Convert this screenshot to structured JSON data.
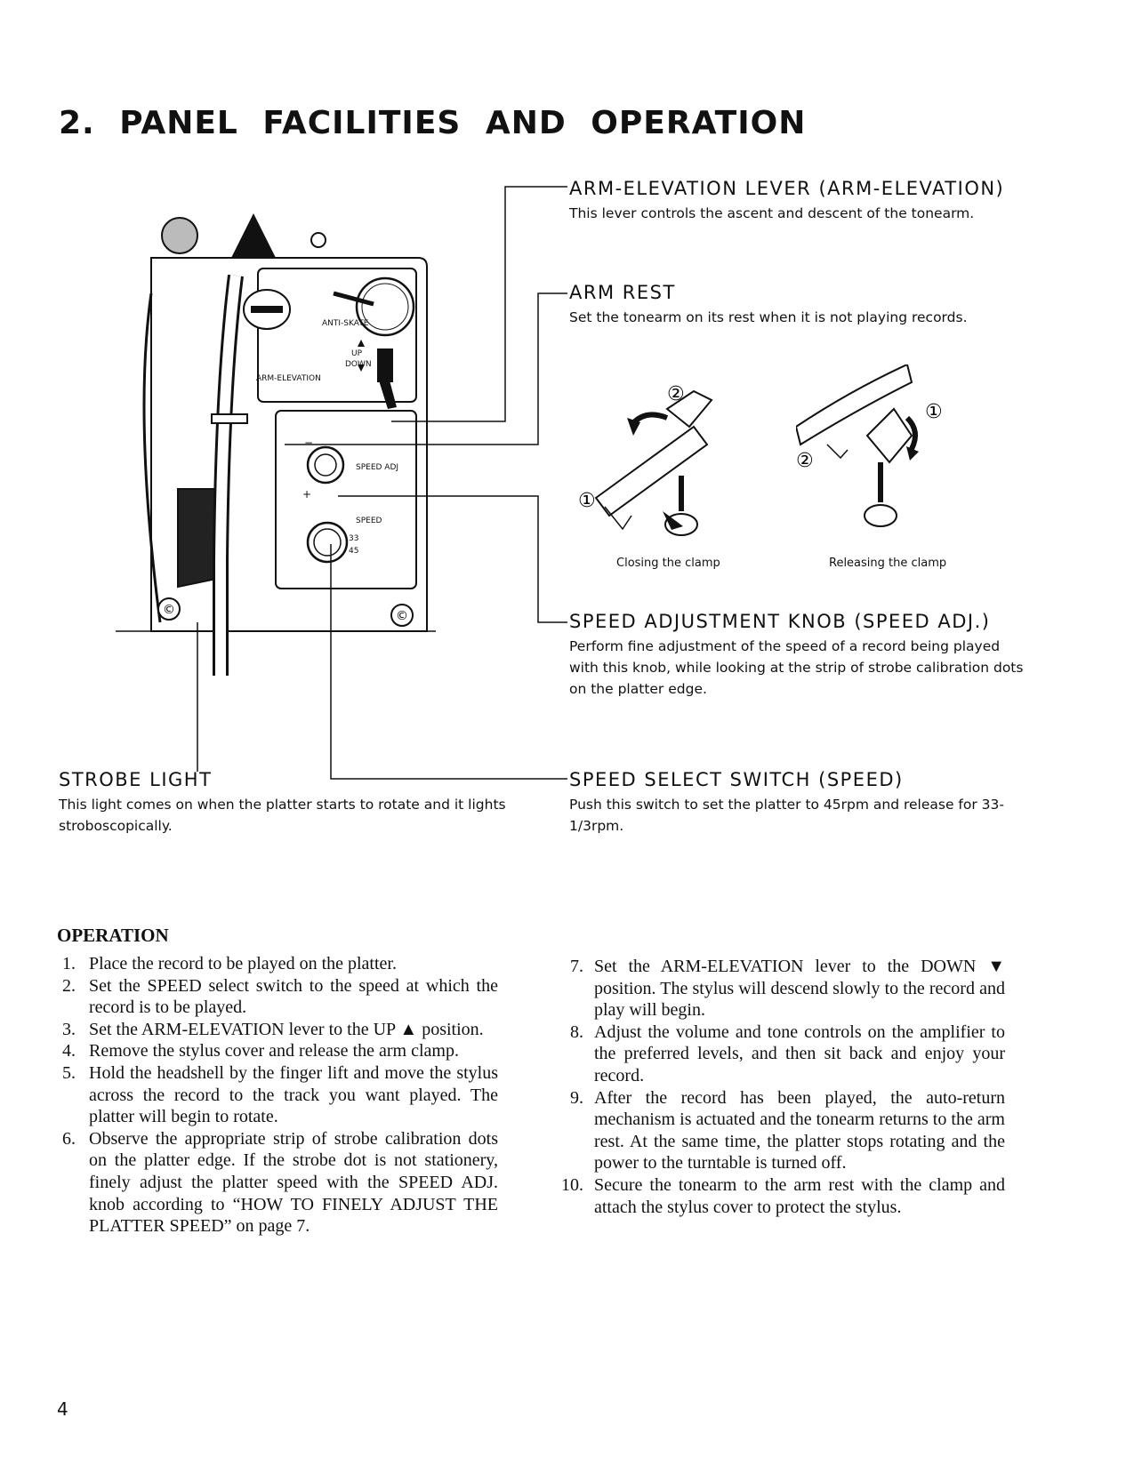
{
  "title": "2. PANEL FACILITIES AND OPERATION",
  "labels": {
    "arm_elevation": {
      "heading": "ARM-ELEVATION LEVER (ARM-ELEVATION)",
      "description": "This lever controls the ascent and descent of the tonearm."
    },
    "arm_rest": {
      "heading": "ARM REST",
      "description": "Set the tonearm on its rest when it is not playing records."
    },
    "speed_adjustment": {
      "heading": "SPEED ADJUSTMENT KNOB (SPEED ADJ.)",
      "description": "Perform fine adjustment of the speed of a record being played with this knob, while looking at the strip of strobe calibration dots on the platter edge."
    },
    "strobe_light": {
      "heading": "STROBE LIGHT",
      "description": "This light comes on when the platter starts to rotate and it lights stroboscopically."
    },
    "speed_select": {
      "heading": "SPEED SELECT SWITCH (SPEED)",
      "description": "Push this switch to set the platter to 45rpm and release for 33-1/3rpm."
    }
  },
  "clamp_figures": {
    "closing_caption": "Closing the clamp",
    "releasing_caption": "Releasing the clamp",
    "step_1": "①",
    "step_2": "②"
  },
  "panel_markings": {
    "anti_skate": "ANTI-SKATE",
    "up": "UP",
    "down": "DOWN",
    "arm_elevation": "ARM-ELEVATION",
    "speed_adj": "SPEED ADJ",
    "speed": "SPEED",
    "rpm_33": "33",
    "rpm_45": "45",
    "plus": "+",
    "minus": "−"
  },
  "operation": {
    "heading": "OPERATION",
    "steps_left": [
      {
        "num": "1.",
        "text": "Place the record to be played on the platter."
      },
      {
        "num": "2.",
        "text": "Set the SPEED select switch to the speed at which the record is to be played."
      },
      {
        "num": "3.",
        "text": "Set the ARM-ELEVATION lever to the UP ▲ position."
      },
      {
        "num": "4.",
        "text": "Remove the stylus cover and release the arm clamp."
      },
      {
        "num": "5.",
        "text": "Hold the headshell by the finger lift and move the stylus across the record to the track you want played. The platter will begin to rotate."
      },
      {
        "num": "6.",
        "text": "Observe the appropriate strip of strobe calibration dots on the platter edge. If the strobe dot is not stationery, finely adjust the platter speed with the SPEED ADJ. knob according to “HOW TO FINELY ADJUST THE PLATTER SPEED” on page 7."
      }
    ],
    "steps_right": [
      {
        "num": "7.",
        "text": "Set the ARM-ELEVATION lever to the DOWN ▼ position. The stylus will descend slowly to the record and play will begin."
      },
      {
        "num": "8.",
        "text": "Adjust the volume and tone controls on the amplifier to the preferred levels, and then sit back and enjoy your record."
      },
      {
        "num": "9.",
        "text": "After the record has been played, the auto-return mechanism is actuated and the tonearm returns to the arm rest. At the same time, the platter stops rotating and the power to the turntable is turned off."
      },
      {
        "num": "10.",
        "text": "Secure the tonearm to the arm rest with the clamp and attach the stylus cover to protect the stylus."
      }
    ]
  },
  "page_number": "4"
}
